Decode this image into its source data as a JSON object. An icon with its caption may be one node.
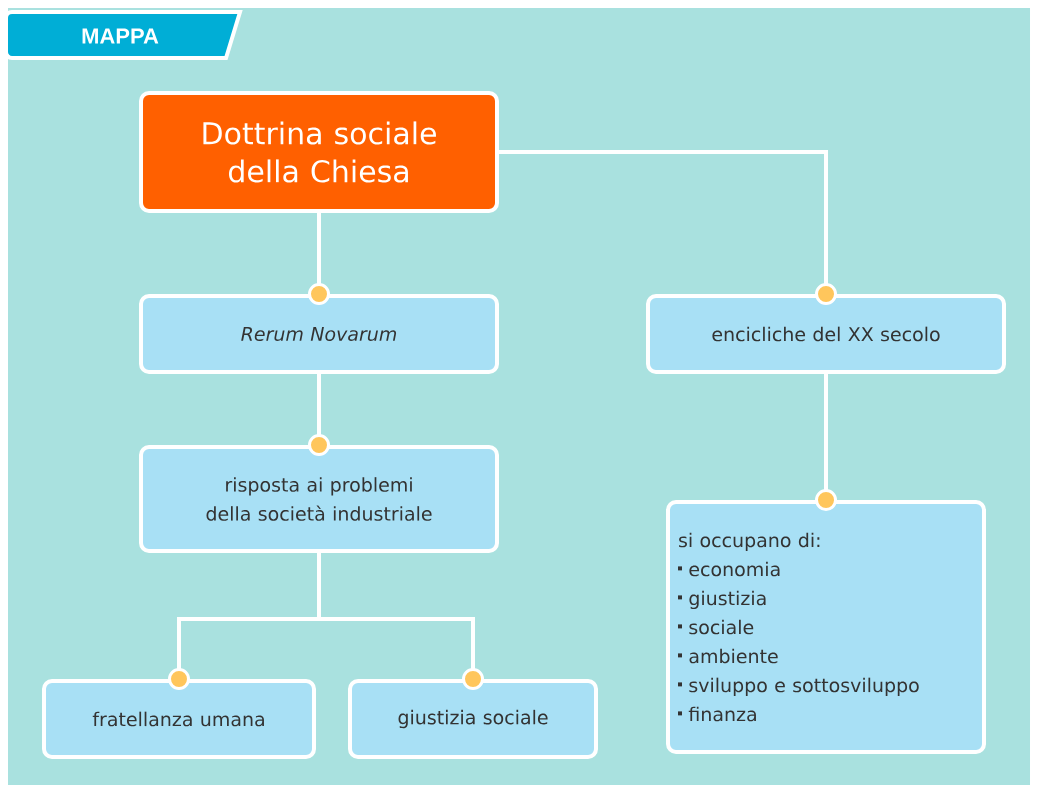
{
  "diagram": {
    "title": "MAPPA",
    "nodes": [
      {
        "text": [
          "Dottrina sociale della Chiesa"
        ]
      },
      {
        "text": [
          "Rerum Novarum"
        ]
      },
      {
        "text": [
          "encicliche del XX secolo"
        ]
      },
      {
        "text": [
          "risposta ai problemi della società industriale"
        ]
      },
      {
        "text": [
          "fratellanza umana"
        ]
      },
      {
        "text": [
          "giustizia sociale"
        ]
      },
      {
        "text": [
          "si occupano di:",
          "economia",
          "giustizia",
          "sociale",
          "ambiente",
          "sviluppo e sottosviluppo",
          "finanza"
        ]
      }
    ],
    "edges": [
      {
        "from": 0,
        "to": 1,
        "arrow": "other"
      },
      {
        "from": 0,
        "to": 2,
        "arrow": "other"
      },
      {
        "from": 1,
        "to": 3,
        "arrow": "other"
      },
      {
        "from": 3,
        "to": 4,
        "arrow": "other"
      },
      {
        "from": 3,
        "to": 5,
        "arrow": "other"
      },
      {
        "from": 2,
        "to": 6,
        "arrow": "other"
      }
    ]
  }
}
